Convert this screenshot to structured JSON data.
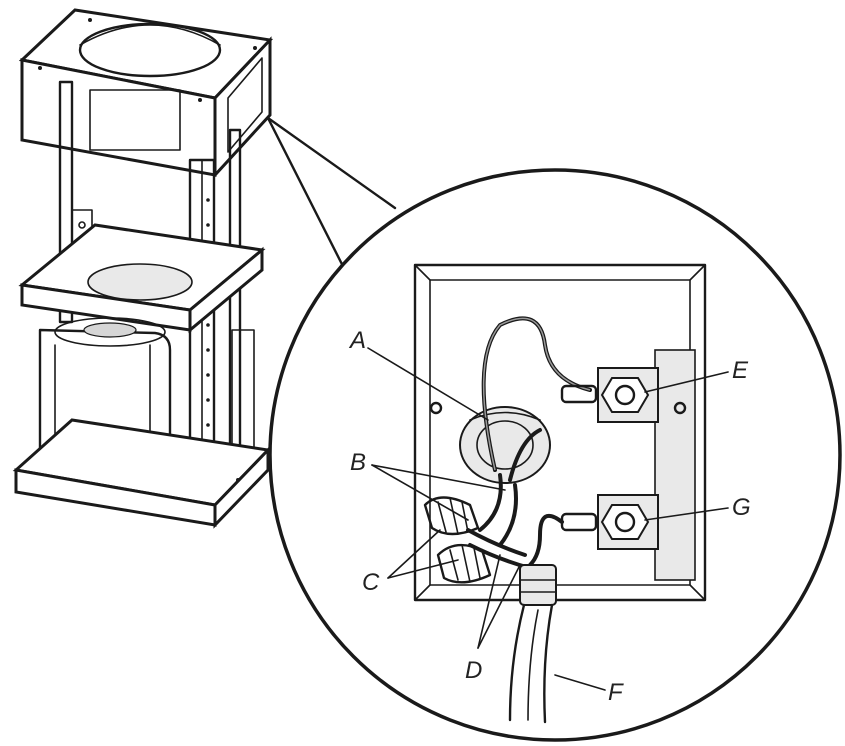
{
  "labels": {
    "a": "A",
    "b": "B",
    "c": "C",
    "d": "D",
    "e": "E",
    "f": "F",
    "g": "G"
  },
  "colors": {
    "ink": "#1a1a1a",
    "background": "#ffffff",
    "shade": "#e9e9e9"
  }
}
